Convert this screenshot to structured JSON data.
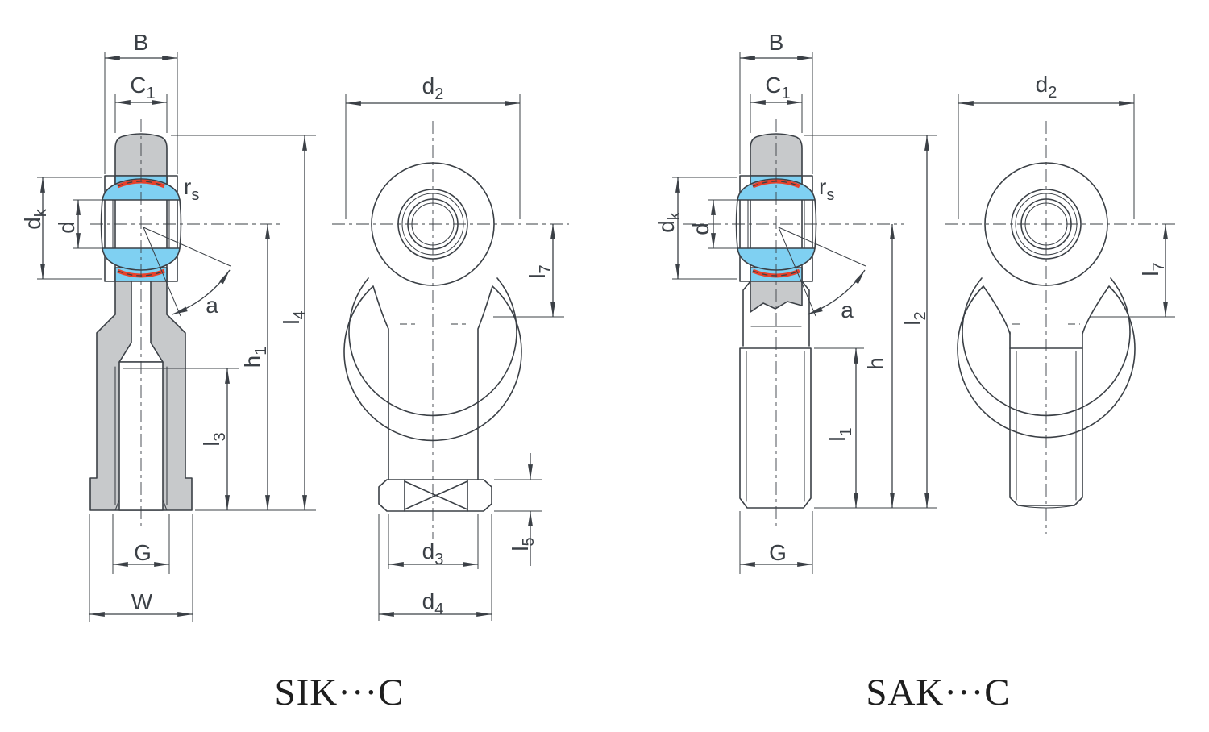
{
  "colors": {
    "line": "#3b4046",
    "ball": "#7fd0f2",
    "seal": "#e8402a",
    "steel": "#c7c9cb",
    "title": "#1e1e1e"
  },
  "sik": {
    "title": "SIK···C",
    "side": {
      "B": {
        "base": "B",
        "sub": ""
      },
      "C1": {
        "base": "C",
        "sub": "1"
      },
      "rs": {
        "base": "r",
        "sub": "s"
      },
      "dk": {
        "base": "d",
        "sub": "k"
      },
      "d": {
        "base": "d",
        "sub": ""
      },
      "a": {
        "base": "a",
        "sub": ""
      },
      "l4": {
        "base": "l",
        "sub": "4"
      },
      "h1": {
        "base": "h",
        "sub": "1"
      },
      "l3": {
        "base": "l",
        "sub": "3"
      },
      "G": {
        "base": "G",
        "sub": ""
      },
      "W": {
        "base": "W",
        "sub": ""
      }
    },
    "front": {
      "d2": {
        "base": "d",
        "sub": "2"
      },
      "l7": {
        "base": "l",
        "sub": "7"
      },
      "d3": {
        "base": "d",
        "sub": "3"
      },
      "d4": {
        "base": "d",
        "sub": "4"
      },
      "l5": {
        "base": "l",
        "sub": "5"
      }
    }
  },
  "sak": {
    "title": "SAK···C",
    "side": {
      "B": {
        "base": "B",
        "sub": ""
      },
      "C1": {
        "base": "C",
        "sub": "1"
      },
      "rs": {
        "base": "r",
        "sub": "s"
      },
      "dk": {
        "base": "d",
        "sub": "k"
      },
      "d": {
        "base": "d",
        "sub": ""
      },
      "a": {
        "base": "a",
        "sub": ""
      },
      "l2": {
        "base": "l",
        "sub": "2"
      },
      "h": {
        "base": "h",
        "sub": ""
      },
      "l1": {
        "base": "l",
        "sub": "1"
      },
      "G": {
        "base": "G",
        "sub": ""
      }
    },
    "front": {
      "d2": {
        "base": "d",
        "sub": "2"
      },
      "l7": {
        "base": "l",
        "sub": "7"
      }
    }
  }
}
